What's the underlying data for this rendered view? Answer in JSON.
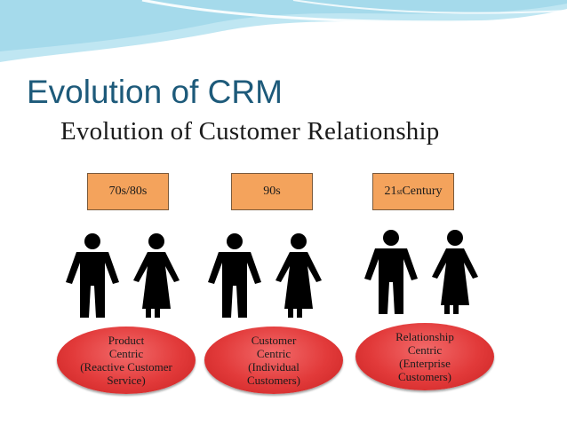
{
  "slide": {
    "title": "Evolution of CRM"
  },
  "diagram": {
    "heading": "Evolution of Customer Relationship",
    "stages": [
      {
        "era": "70s/80s",
        "focus_lines": [
          "Product",
          "Centric",
          "(Reactive Customer",
          "Service)"
        ]
      },
      {
        "era": "90s",
        "focus_lines": [
          "Customer",
          "Centric",
          "(Individual",
          "Customers)"
        ]
      },
      {
        "era_main": "21",
        "era_sup": "st",
        "era_rest": " Century",
        "focus_lines": [
          "Relationship",
          "Centric",
          "(Enterprise",
          "Customers)"
        ]
      }
    ]
  },
  "colors": {
    "title": "#1d5a7a",
    "era_box": "#f4a35c",
    "oval": "#e23a3a",
    "figure": "#000000",
    "wave": "#bfe6f2"
  },
  "icons": [
    "male-figure-icon",
    "female-figure-icon"
  ]
}
